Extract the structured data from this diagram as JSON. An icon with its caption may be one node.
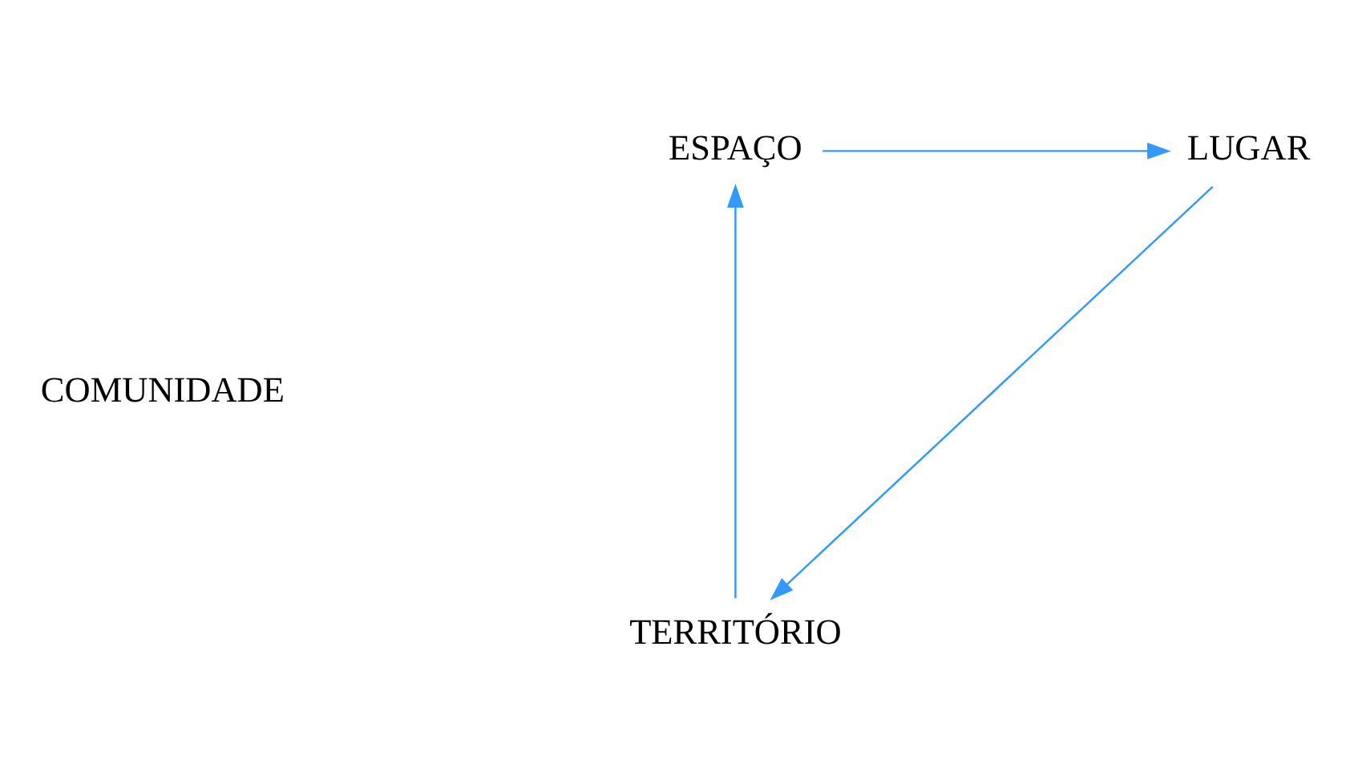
{
  "diagram": {
    "nodes": [
      {
        "text": [
          "ESPAÇO"
        ]
      },
      {
        "text": [
          "LUGAR"
        ]
      },
      {
        "text": [
          "TERRITÓRIO"
        ]
      }
    ],
    "edges": [
      {
        "from": 0,
        "to": 1,
        "arrow": "to"
      },
      {
        "from": 1,
        "to": 2,
        "arrow": "to"
      },
      {
        "from": 2,
        "to": 0,
        "arrow": "to"
      }
    ],
    "labels": [
      "COMUNIDADE"
    ]
  }
}
